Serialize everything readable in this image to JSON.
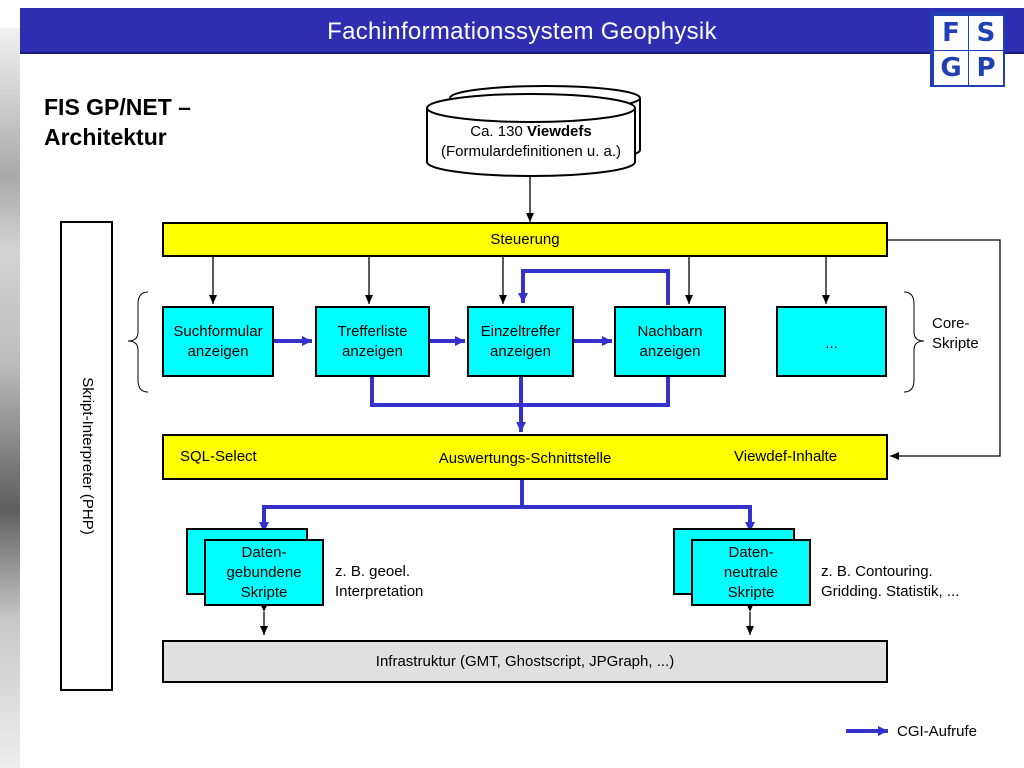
{
  "header": {
    "title": "Fachinformationssystem Geophysik",
    "logo_letters": [
      "F",
      "S",
      "G",
      "P"
    ]
  },
  "heading": {
    "line1": "FIS GP/NET –",
    "line2": "Architektur"
  },
  "diagram": {
    "viewdefs": {
      "prefix": "Ca. 130 ",
      "bold": "Viewdefs",
      "line2": "(Formulardefinitionen u. a.)"
    },
    "steuerung": "Steuerung",
    "core_boxes": [
      {
        "line1": "Suchformular",
        "line2": "anzeigen"
      },
      {
        "line1": "Trefferliste",
        "line2": "anzeigen"
      },
      {
        "line1": "Einzeltreffer",
        "line2": "anzeigen"
      },
      {
        "line1": "Nachbarn",
        "line2": "anzeigen"
      },
      {
        "line1": "...",
        "line2": ""
      }
    ],
    "core_label": {
      "line1": "Core-",
      "line2": "Skripte"
    },
    "auswertung": {
      "left": "SQL-Select",
      "center": "Auswertungs-Schnittstelle",
      "right": "Viewdef-Inhalte"
    },
    "script_interpreter": "Skript-Interpreter (PHP)",
    "daten_gebunden": {
      "line1": "Daten-",
      "line2": "gebundene",
      "line3": "Skripte"
    },
    "daten_neutral": {
      "line1": "Daten-",
      "line2": "neutrale",
      "line3": "Skripte"
    },
    "example_left": {
      "line1": "z. B. geoel.",
      "line2": "Interpretation"
    },
    "example_right": {
      "line1": "z. B. Contouring.",
      "line2": "Gridding. Statistik, ..."
    },
    "infrastruktur": "Infrastruktur (GMT, Ghostscript, JPGraph, ...)",
    "legend": "CGI-Aufrufe"
  },
  "colors": {
    "title_bar": "#2e2eb3",
    "yellow": "#ffff00",
    "cyan": "#00ffff",
    "cgi_arrow": "#3333cc",
    "infra": "#e0e0e0"
  }
}
